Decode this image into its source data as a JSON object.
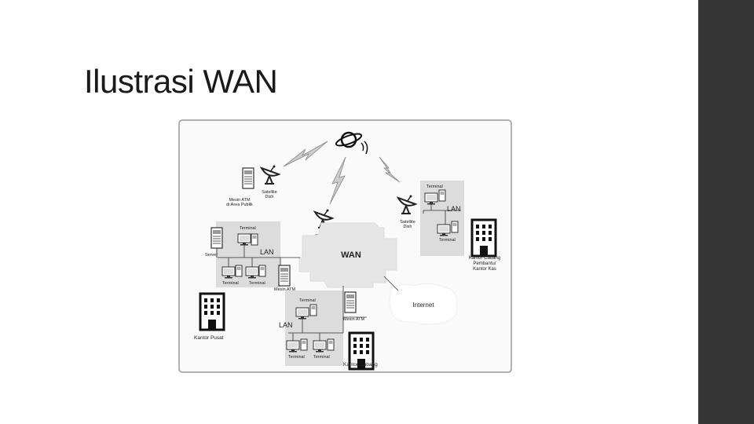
{
  "slide": {
    "title": "Ilustrasi WAN"
  },
  "diagram": {
    "wan": "WAN",
    "internet": "Internet",
    "satellite_dish": "Satellite Dish",
    "atm_public": "Mesin ATM di Area Publik",
    "terminal": "Terminal",
    "server": "Server",
    "lan": "LAN",
    "mesin_atm": "Mesin ATM",
    "kantor_pusat": "Kantor Pusat",
    "kantor_cabang": "Kantor Cabang",
    "kantor_cabang_pembantu": "Kantor Cabang Pembantu/ Kantor Kas"
  }
}
